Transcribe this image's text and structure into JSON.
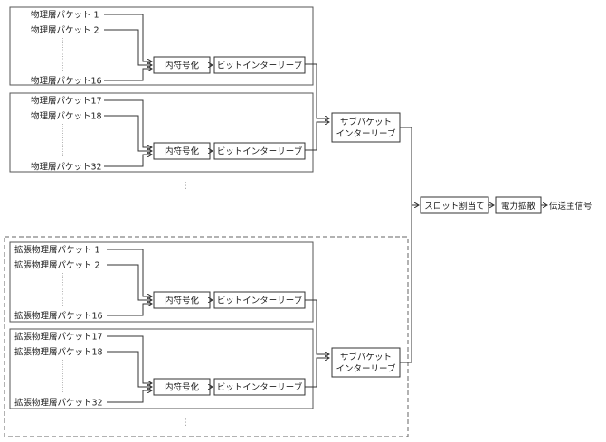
{
  "groups": [
    {
      "id": "physical-1",
      "inputs": [
        "物理層パケット 1",
        "物理層パケット 2",
        "物理層パケット16"
      ],
      "encoder": "内符号化",
      "interleaver": "ビットインターリーブ"
    },
    {
      "id": "physical-2",
      "inputs": [
        "物理層パケット17",
        "物理層パケット18",
        "物理層パケット32"
      ],
      "encoder": "内符号化",
      "interleaver": "ビットインターリーブ"
    },
    {
      "id": "extended-1",
      "inputs": [
        "拡張物理層パケット 1",
        "拡張物理層パケット 2",
        "拡張物理層パケット16"
      ],
      "encoder": "内符号化",
      "interleaver": "ビットインターリーブ"
    },
    {
      "id": "extended-2",
      "inputs": [
        "拡張物理層パケット17",
        "拡張物理層パケット18",
        "拡張物理層パケット32"
      ],
      "encoder": "内符号化",
      "interleaver": "ビットインターリーブ"
    }
  ],
  "subpacket_interleaver": {
    "line1": "サブパケット",
    "line2": "インターリーブ"
  },
  "slot_assignment": "スロット割当て",
  "power_spreading": "電力拡散",
  "output": "伝送主信号",
  "ellipsis": "⋮"
}
